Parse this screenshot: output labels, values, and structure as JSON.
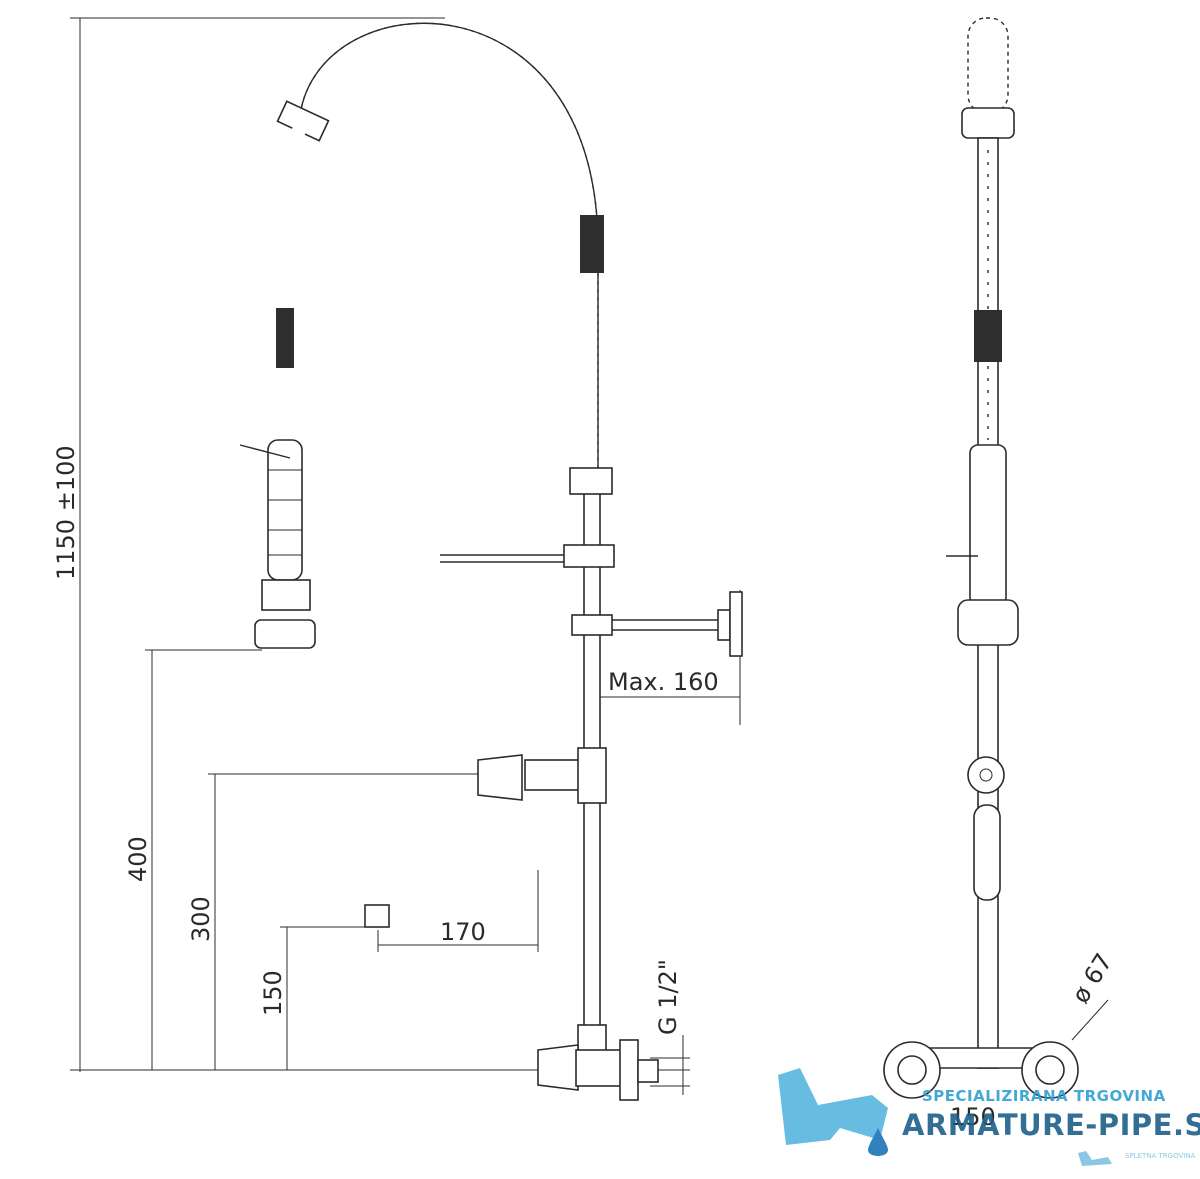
{
  "dimensions": {
    "total_height": "1150 ±100",
    "handle_height": "400",
    "valve_height": "300",
    "spout_height": "150",
    "spout_reach": "170",
    "bracket_max": "Max. 160",
    "thread": "G 1/2\"",
    "diameter": "ø 67",
    "center_distance": "150"
  },
  "watermark": {
    "tagline": "SPECIALIZIRANA TRGOVINA",
    "brand": "ARMATURE-PIPE.SI",
    "small": "SPLETNA TRGOVINA",
    "colors": {
      "light": "#2f9fd0",
      "dark": "#1d5f8a",
      "drop": "#1a74b8"
    }
  }
}
